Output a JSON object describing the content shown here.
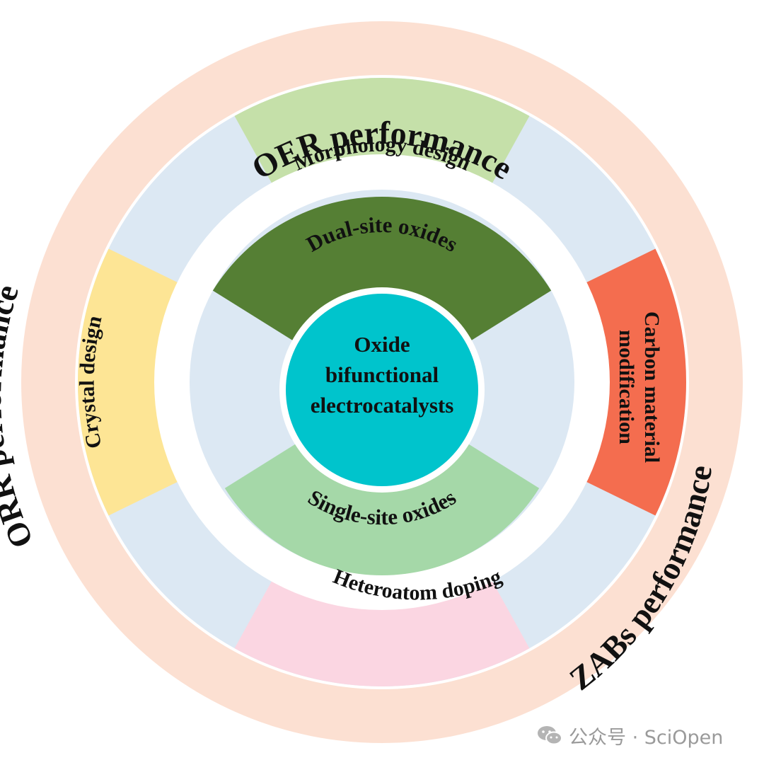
{
  "center": {
    "lines": [
      "Oxide",
      "bifunctional",
      "electrocatalysts"
    ]
  },
  "outer_ring": [
    {
      "label": "OER performance"
    },
    {
      "label": "ORR performance"
    },
    {
      "label": "ZABs performance"
    }
  ],
  "middle_ring": [
    {
      "label": "Morphology design"
    },
    {
      "label": "Crystal design"
    },
    {
      "label": "Heteroatom doping"
    },
    {
      "label": "Carbon material",
      "label2": "modification"
    }
  ],
  "inner_ring": [
    {
      "label": "Dual-site oxides"
    },
    {
      "label": "Single-site oxides"
    }
  ],
  "colors": {
    "outer_ring": "#fce0d2",
    "middle_ring_bg": "#dce8f3",
    "inner_ring_bg": "#dce8f3",
    "center": "#00c4cc",
    "morphology": "#c5e0a9",
    "crystal": "#fde595",
    "heteroatom": "#fbd6e2",
    "carbon": "#f46d4f",
    "dual_site": "#557f34",
    "single_site": "#a5d8a8"
  },
  "watermark": {
    "text": "公众号 · SciOpen",
    "icon": "wechat-icon"
  }
}
